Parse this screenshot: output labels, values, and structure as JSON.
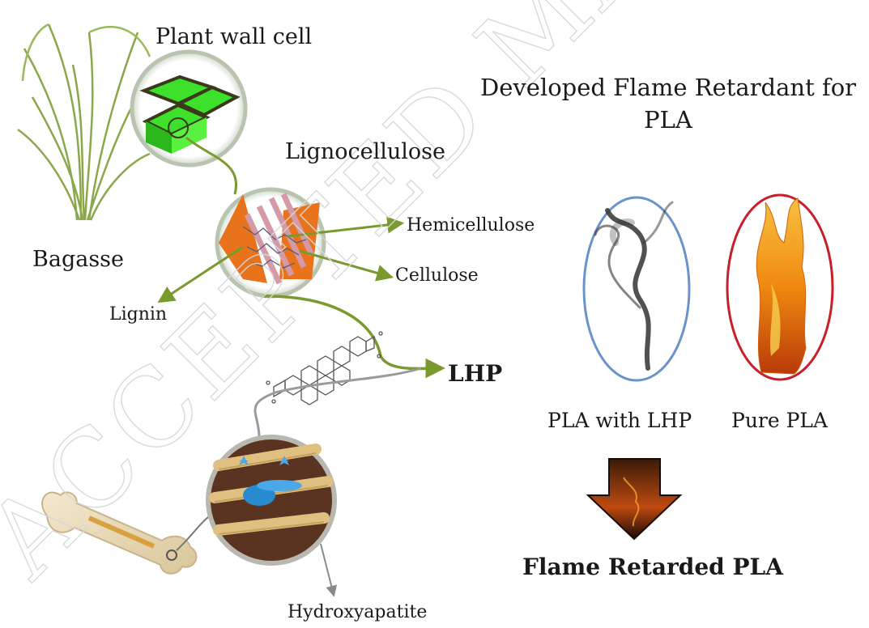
{
  "labels": {
    "plant_wall_cell": "Plant wall cell",
    "lignocellulose": "Lignocellulose",
    "bagasse": "Bagasse",
    "hemicellulose": "Hemicellulose",
    "cellulose": "Cellulose",
    "lignin": "Lignin",
    "lhp": "LHP",
    "hydroxyapatite": "Hydroxyapatite",
    "developed_title": "Developed Flame Retardant for PLA",
    "pla_with_lhp": "PLA with LHP",
    "pure_pla": "Pure PLA",
    "flame_retarded_pla": "Flame Retarded PLA"
  },
  "watermark": "ACCEPTED MANUSCRIPT",
  "colors": {
    "arrow_green": "#7a9a2e",
    "arrow_gray": "#8a8a8a",
    "ellipse_blue": "#6a93c9",
    "ellipse_red": "#c8202a",
    "cell_green": "#3de02a",
    "fiber_orange": "#e8731c",
    "flame_orange": "#f08a10"
  }
}
